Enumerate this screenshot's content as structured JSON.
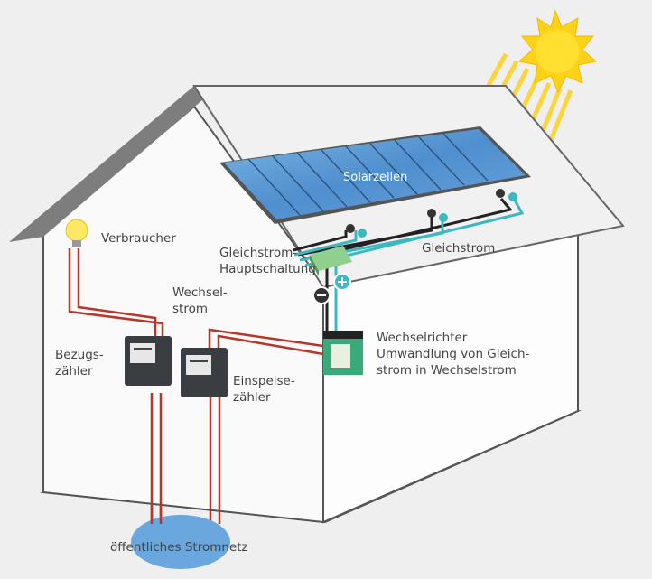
{
  "labels": {
    "solar_cells": "Solarzellen",
    "consumer": "Verbraucher",
    "dc_main_switch_1": "Gleichstrom-",
    "dc_main_switch_2": "Hauptschaltung",
    "direct_current": "Gleichstrom",
    "alternating_current_1": "Wechsel-",
    "alternating_current_2": "strom",
    "inverter_1": "Wechselrichter",
    "inverter_2": "Umwandlung von Gleich-",
    "inverter_3": "strom in Wechselstrom",
    "consumption_meter_1": "Bezugs-",
    "consumption_meter_2": "zähler",
    "feed_in_meter_1": "Einspeise-",
    "feed_in_meter_2": "zähler",
    "public_grid": "öffentliches Stromnetz"
  },
  "colors": {
    "sun": "#ffd21a",
    "panel": "#5a9bd6",
    "dc_wire": "#3bb8c0",
    "ac_wire": "#b8352a",
    "inverter": "#3aaa7a",
    "grid": "#6aa7de"
  }
}
